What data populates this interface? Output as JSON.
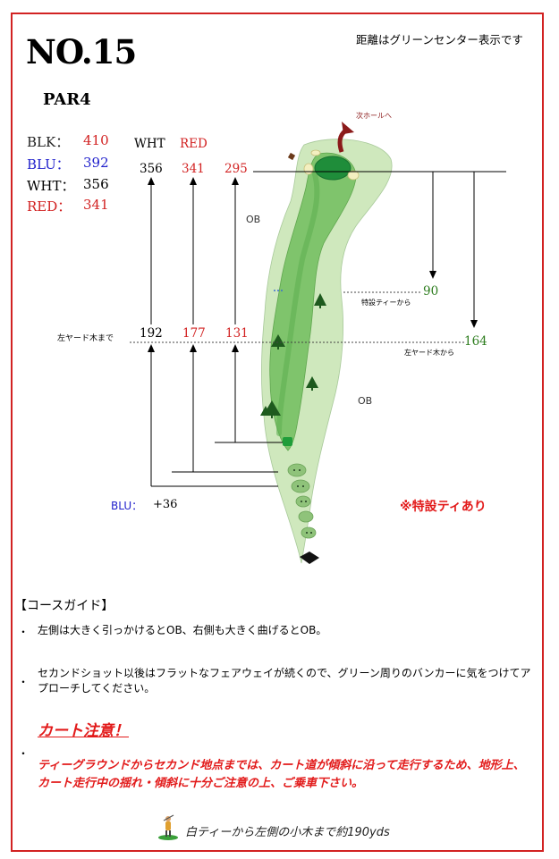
{
  "header": {
    "hole_no": "NO.15",
    "par": "PAR4",
    "note": "距離はグリーンセンター表示です"
  },
  "tees": [
    {
      "label": "BLK：",
      "value": "410",
      "color": "#222222"
    },
    {
      "label": "BLU：",
      "value": "392",
      "color": "#2222cc"
    },
    {
      "label": "WHT：",
      "value": "356",
      "color": "#000000"
    },
    {
      "label": "RED：",
      "value": "341",
      "color": "#d22222"
    }
  ],
  "diagram": {
    "col_wht": "WHT",
    "col_red": "RED",
    "dist_top": [
      "356",
      "341",
      "295"
    ],
    "dist_mid": [
      "192",
      "177",
      "131"
    ],
    "left_tree_label": "左ヤード木まで",
    "next_hole": "次ホールへ",
    "ob_left": "OB",
    "ob_right": "OB",
    "special_tee_from": "特設ティーから",
    "special_tee_dist": "90",
    "left_tree_from": "左ヤード木から",
    "left_tree_dist": "164",
    "blu_label": "BLU：",
    "blu_value": "+36",
    "special_note": "※特設ティあり"
  },
  "guide": {
    "title": "【コースガイド】",
    "bullet": "・",
    "items": [
      "左側は大きく引っかけるとOB、右側も大きく曲げるとOB。",
      "セカンドショット以後はフラットなフェアウェイが続くので、グリーン周りのバンカーに気をつけてアプローチしてください。"
    ],
    "cart_title": "カート注意！",
    "cart_text": "ティーグラウンドからセカンド地点までは、カート道が傾斜に沿って走行するため、地形上、カート走行中の揺れ・傾斜に十分ご注意の上、ご乗車下さい。"
  },
  "footer": {
    "text": "白ティーから左側の小木まで約190yds"
  }
}
